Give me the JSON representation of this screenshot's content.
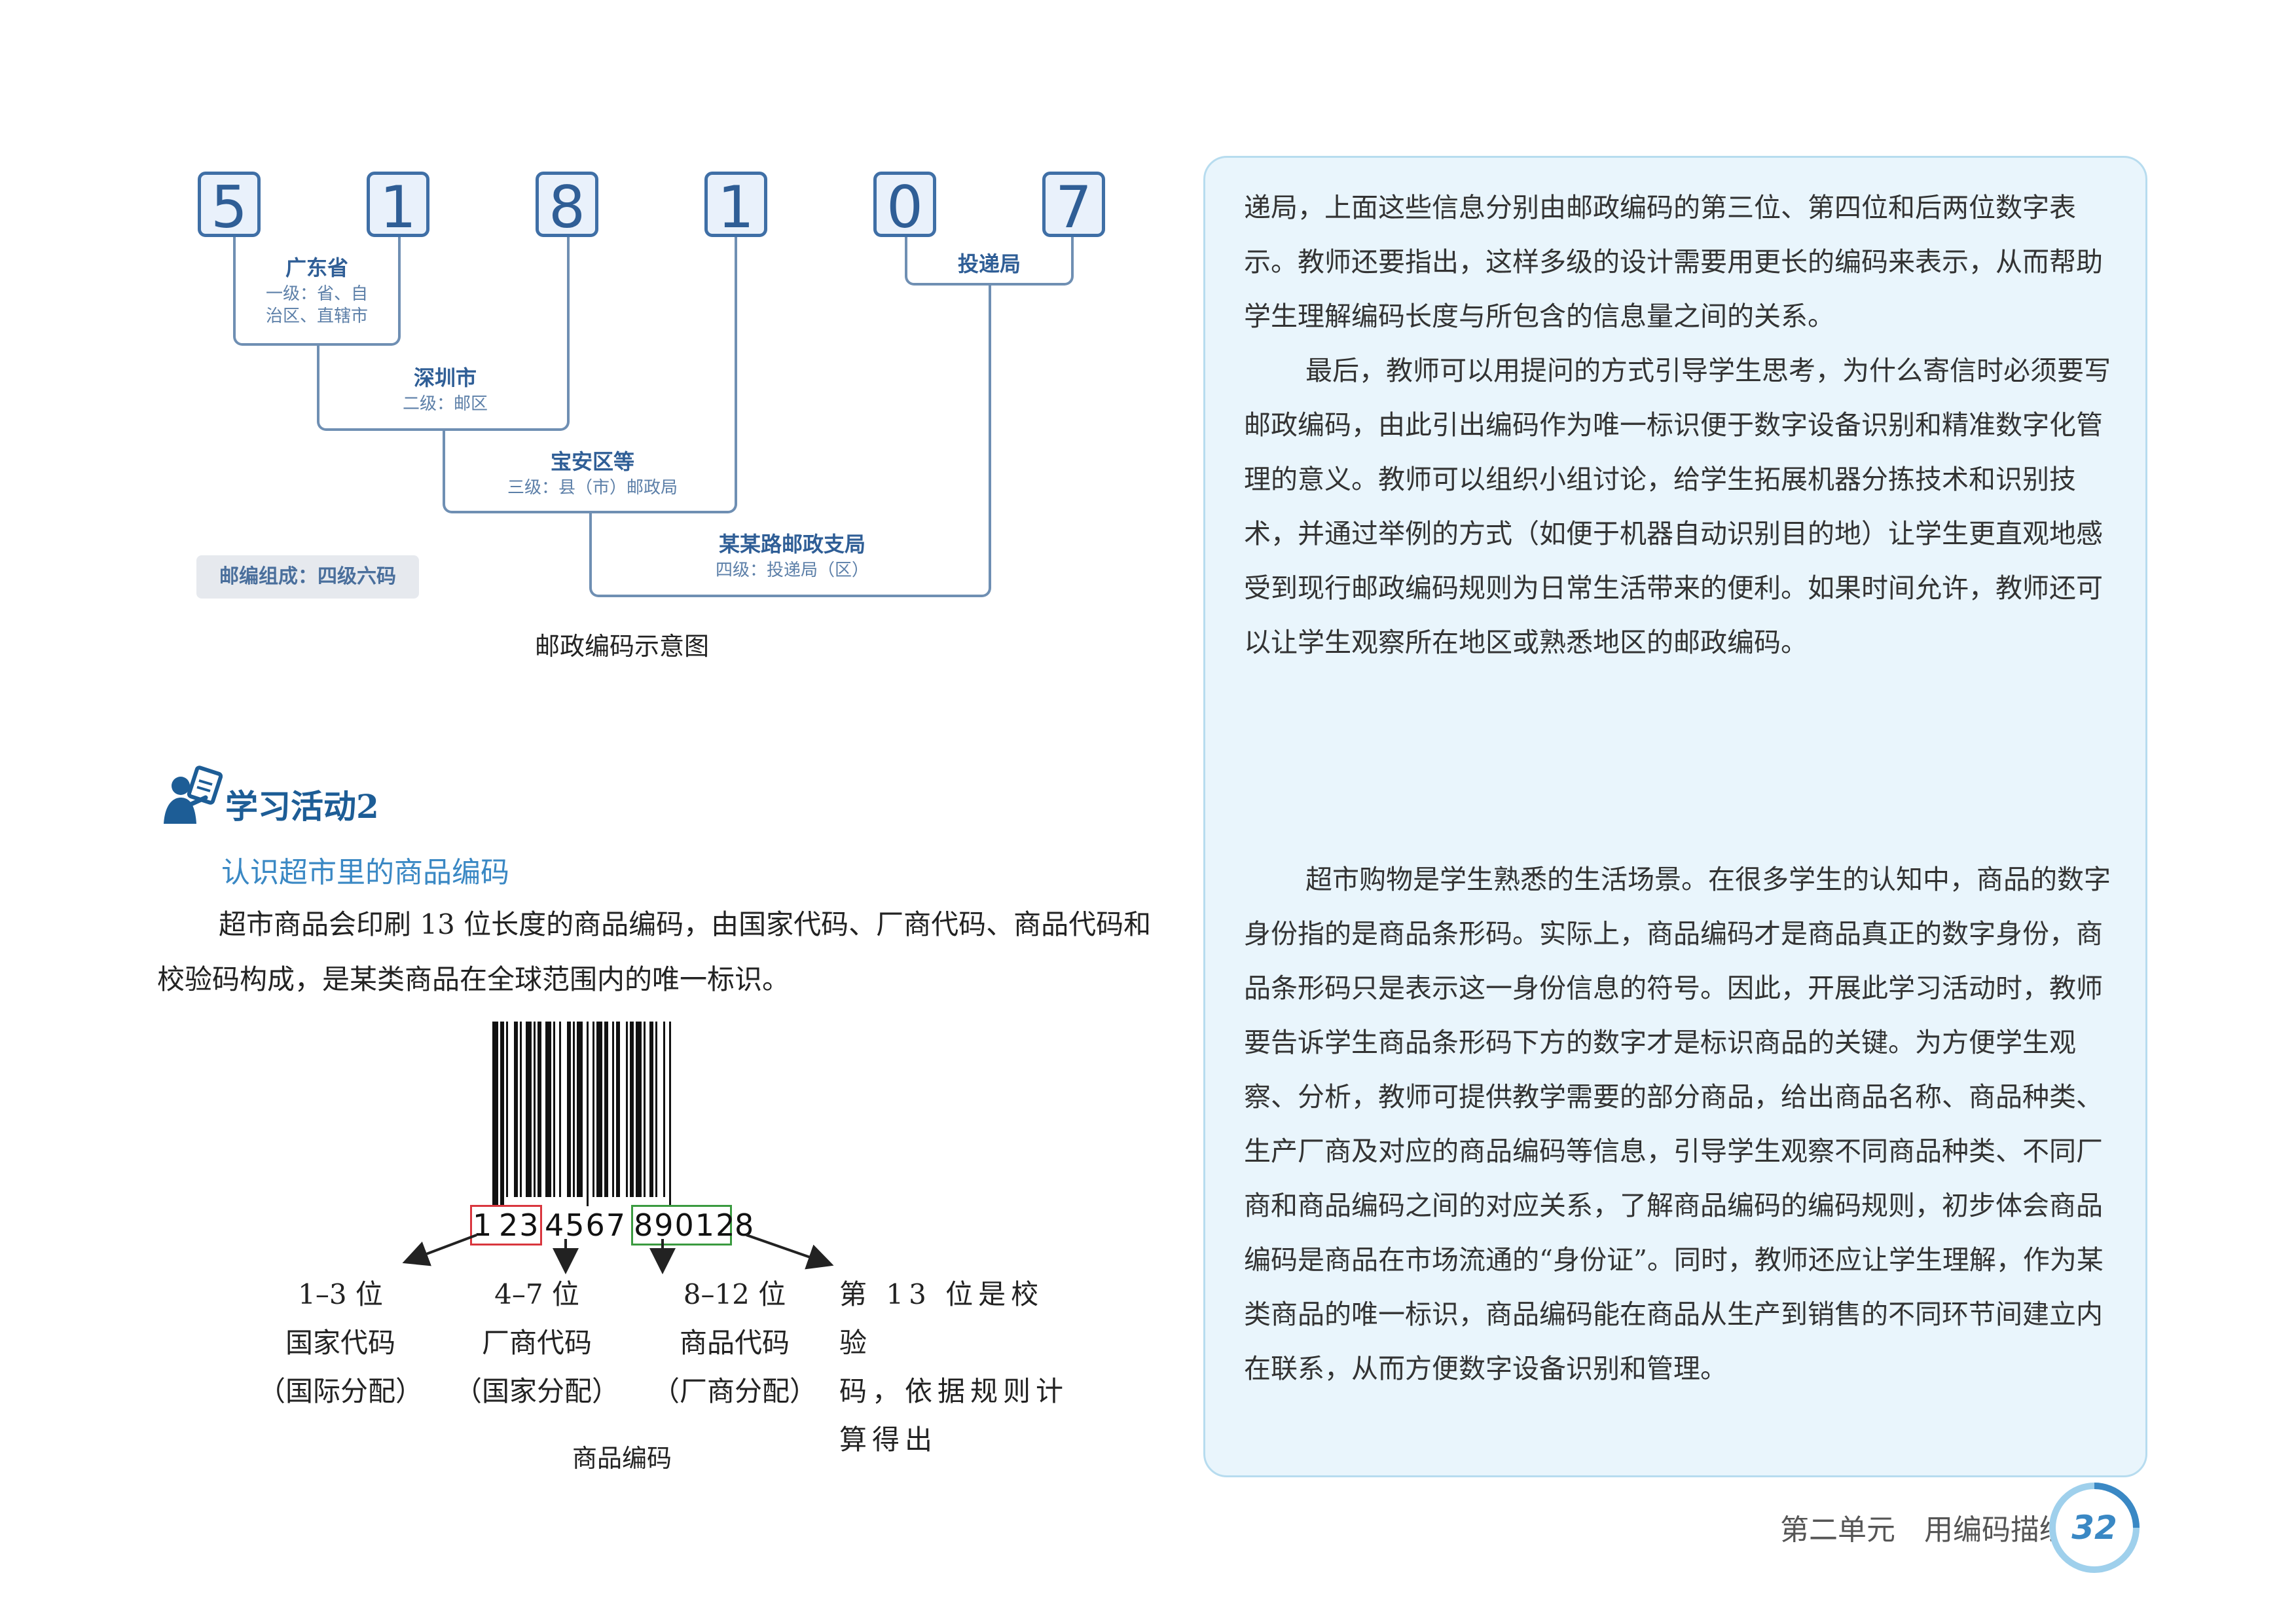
{
  "diagram": {
    "digits": [
      "5",
      "1",
      "8",
      "1",
      "0",
      "7"
    ],
    "levels": [
      {
        "title": "广东省",
        "desc": "一级：省、自\n治区、直辖市"
      },
      {
        "title": "深圳市",
        "desc": "二级：邮区"
      },
      {
        "title": "宝安区等",
        "desc": "三级：县（市）邮政局"
      },
      {
        "title": "某某路邮政支局",
        "desc": "四级：投递局（区）"
      }
    ],
    "delivery_label": "投递局",
    "badge": "邮编组成：四级六码",
    "caption": "邮政编码示意图"
  },
  "activity": {
    "title": "学习活动2",
    "subtitle": "认识超市里的商品编码",
    "paragraph": "超市商品会印刷 13 位长度的商品编码，由国家代码、厂商代码、商品代码和校验码构成，是某类商品在全球范围内的唯一标识。"
  },
  "barcode": {
    "digit_first": "1",
    "digit_group1": "23",
    "digit_group2": "4567",
    "digit_group3": "89012",
    "digit_check": "8",
    "parts": [
      {
        "range": "1–3 位",
        "name": "国家代码",
        "note": "（国际分配）"
      },
      {
        "range": "4–7 位",
        "name": "厂商代码",
        "note": "（国家分配）"
      },
      {
        "range": "8–12 位",
        "name": "商品代码",
        "note": "（厂商分配）"
      }
    ],
    "check_line1": "第 13 位是校验",
    "check_line2": "码，依据规则计",
    "check_line3": "算得出",
    "caption": "商品编码",
    "colors": {
      "country": "#d9363e",
      "product": "#3a9a3f"
    }
  },
  "panel": {
    "block1": [
      "递局，上面这些信息分别由邮政编码的第三位、第四位和后两位数字表示。教师还要指出，这样多级的设计需要用更长的编码来表示，从而帮助学生理解编码长度与所包含的信息量之间的关系。",
      "最后，教师可以用提问的方式引导学生思考，为什么寄信时必须要写邮政编码，由此引出编码作为唯一标识便于数字设备识别和精准数字化管理的意义。教师可以组织小组讨论，给学生拓展机器分拣技术和识别技术，并通过举例的方式（如便于机器自动识别目的地）让学生更直观地感受到现行邮政编码规则为日常生活带来的便利。如果时间允许，教师还可以让学生观察所在地区或熟悉地区的邮政编码。"
    ],
    "block2": [
      "超市购物是学生熟悉的生活场景。在很多学生的认知中，商品的数字身份指的是商品条形码。实际上，商品编码才是商品真正的数字身份，商品条形码只是表示这一身份信息的符号。因此，开展此学习活动时，教师要告诉学生商品条形码下方的数字才是标识商品的关键。为方便学生观察、分析，教师可提供教学需要的部分商品，给出商品名称、商品种类、生产厂商及对应的商品编码等信息，引导学生观察不同商品种类、不同厂商和商品编码之间的对应关系，了解商品编码的编码规则，初步体会商品编码是商品在市场流通的“身份证”。同时，教师还应让学生理解，作为某类商品的唯一标识，商品编码能在商品从生产到销售的不同环节间建立内在联系，从而方便数字设备识别和管理。"
    ]
  },
  "footer": {
    "unit": "第二单元　用编码描绘世界",
    "page": "32"
  },
  "colors": {
    "accent": "#3a88c4",
    "panel_bg": "#e9f5fc",
    "diagram_blue": "#2f5e96"
  }
}
